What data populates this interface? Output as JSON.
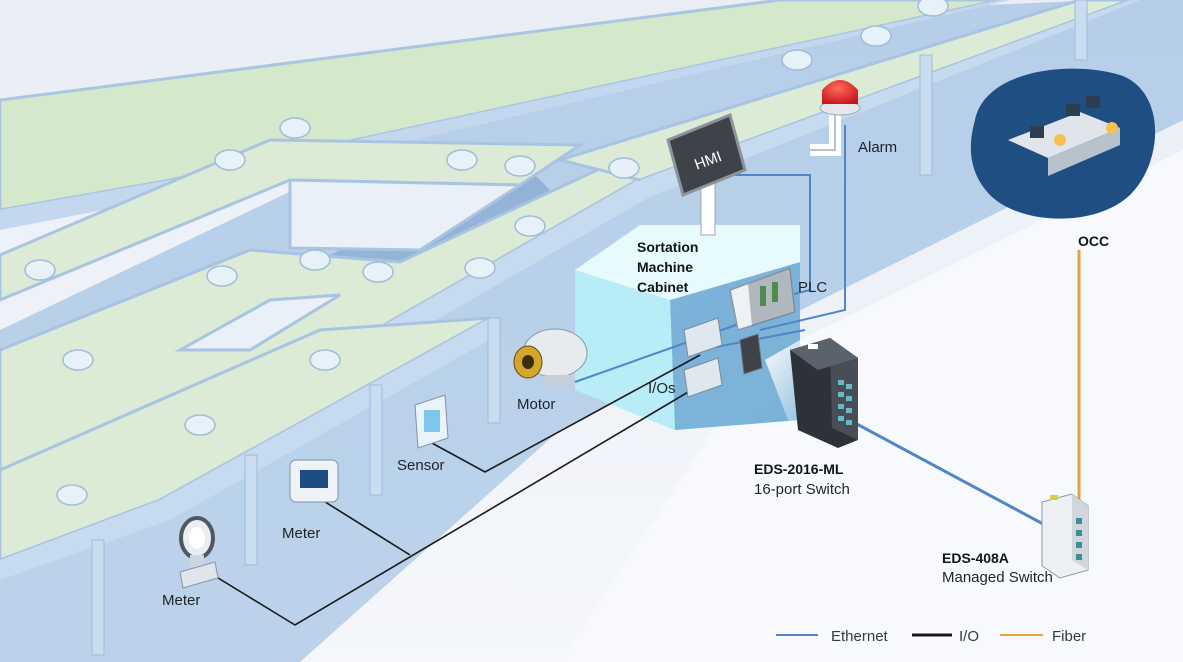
{
  "labels": {
    "hmi": "HMI",
    "alarm": "Alarm",
    "cabinet_line1": "Sortation",
    "cabinet_line2": "Machine",
    "cabinet_line3": "Cabinet",
    "plc": "PLC",
    "ios": "I/Os",
    "motor": "Motor",
    "sensor": "Sensor",
    "meter_panel": "Meter",
    "meter_flow": "Meter",
    "occ": "OCC",
    "switch1_model": "EDS-2016-ML",
    "switch1_desc": "16-port Switch",
    "switch2_model": "EDS-408A",
    "switch2_desc": "Managed Switch"
  },
  "legend": {
    "ethernet": "Ethernet",
    "io": "I/O",
    "fiber": "Fiber"
  },
  "colors": {
    "ethernet": "#4f86c6",
    "io": "#1a1a1a",
    "fiber": "#e8a33c",
    "conveyor_top": "#dcebd5",
    "conveyor_rail": "#dbe6f2",
    "floor": "#eef2f8",
    "wall": "#5b8fc6",
    "occ_blob": "#1f4e82"
  },
  "icons": {
    "hmi": "hmi-panel-icon",
    "alarm": "alarm-beacon-icon",
    "plc": "plc-icon",
    "io": "io-module-icon",
    "motor": "motor-icon",
    "sensor": "sensor-icon",
    "meter_panel": "panel-meter-icon",
    "meter_flow": "flow-meter-icon",
    "switch1": "industrial-switch-icon",
    "switch2": "managed-switch-icon",
    "occ": "control-room-icon"
  }
}
